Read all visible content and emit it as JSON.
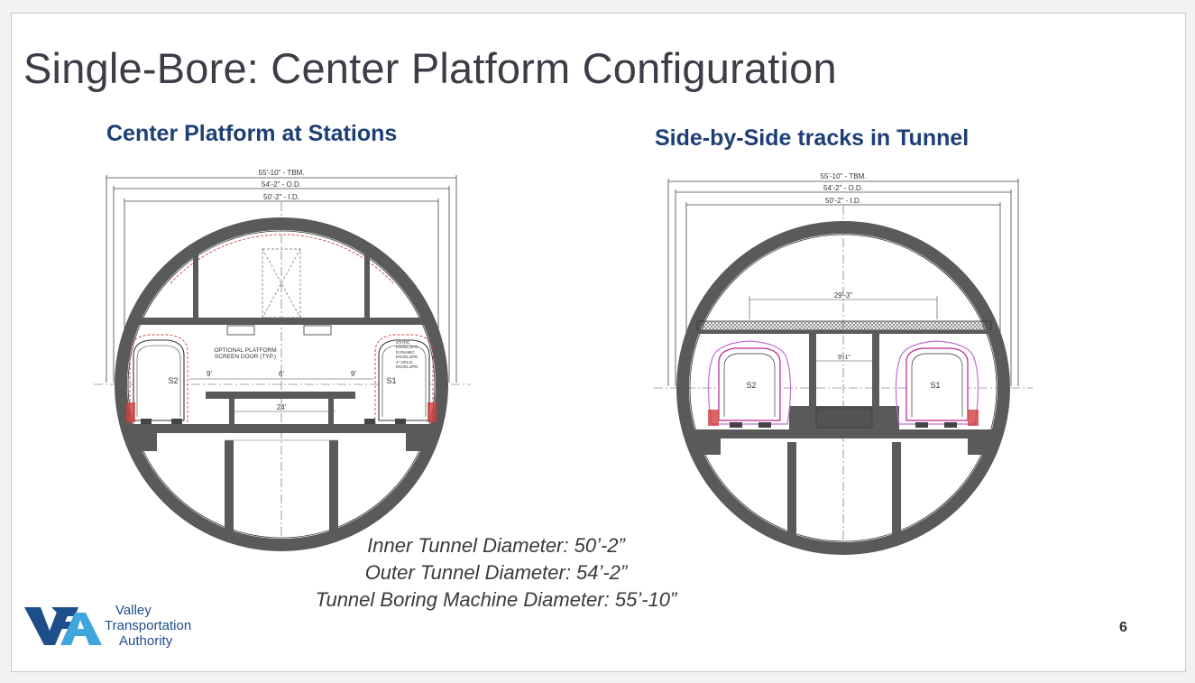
{
  "slide": {
    "title": "Single-Bore: Center Platform Configuration",
    "page_number": "6"
  },
  "left_diagram": {
    "heading": "Center Platform at Stations",
    "dim_tbm": "55'-10\" - TBM.",
    "dim_od": "54'-2\" - O.D.",
    "dim_id": "50'-2\" - I.D.",
    "track_left": "S2",
    "track_right": "S1",
    "note_line1": "OPTIONAL PLATFORM",
    "note_line2": "SCREEN DOOR (TYP.)",
    "dim_9_left": "9'",
    "dim_6": "6'",
    "dim_9_right": "9'",
    "dim_24": "24'",
    "env_1": "STATIC",
    "env_2": "ENVELOPE",
    "env_3": "DYNAMIC",
    "env_4": "ENVELOPE",
    "env_5": "4\" OPLIC",
    "env_6": "ENVELOPE"
  },
  "right_diagram": {
    "heading": "Side-by-Side tracks in Tunnel",
    "dim_tbm": "55'-10\" - TBM.",
    "dim_od": "54'-2\" - O.D.",
    "dim_id": "50'-2\" - I.D.",
    "track_left": "S2",
    "track_right": "S1",
    "dim_29": "29'-3\"",
    "dim_9_1": "9'-1\""
  },
  "specs": {
    "inner": "Inner Tunnel Diameter: 50’-2”",
    "outer": "Outer Tunnel Diameter: 54’-2”",
    "tbm": "Tunnel Boring Machine Diameter: 55’-10”"
  },
  "logo": {
    "line1": "Valley",
    "line2": "Transportation",
    "line3": "Authority",
    "color_dark": "#1e4e8a",
    "color_light": "#3fa7dd"
  },
  "colors": {
    "title": "#3d3d48",
    "heading": "#1e3f75",
    "tunnel_ring": "#5a5a5a"
  }
}
